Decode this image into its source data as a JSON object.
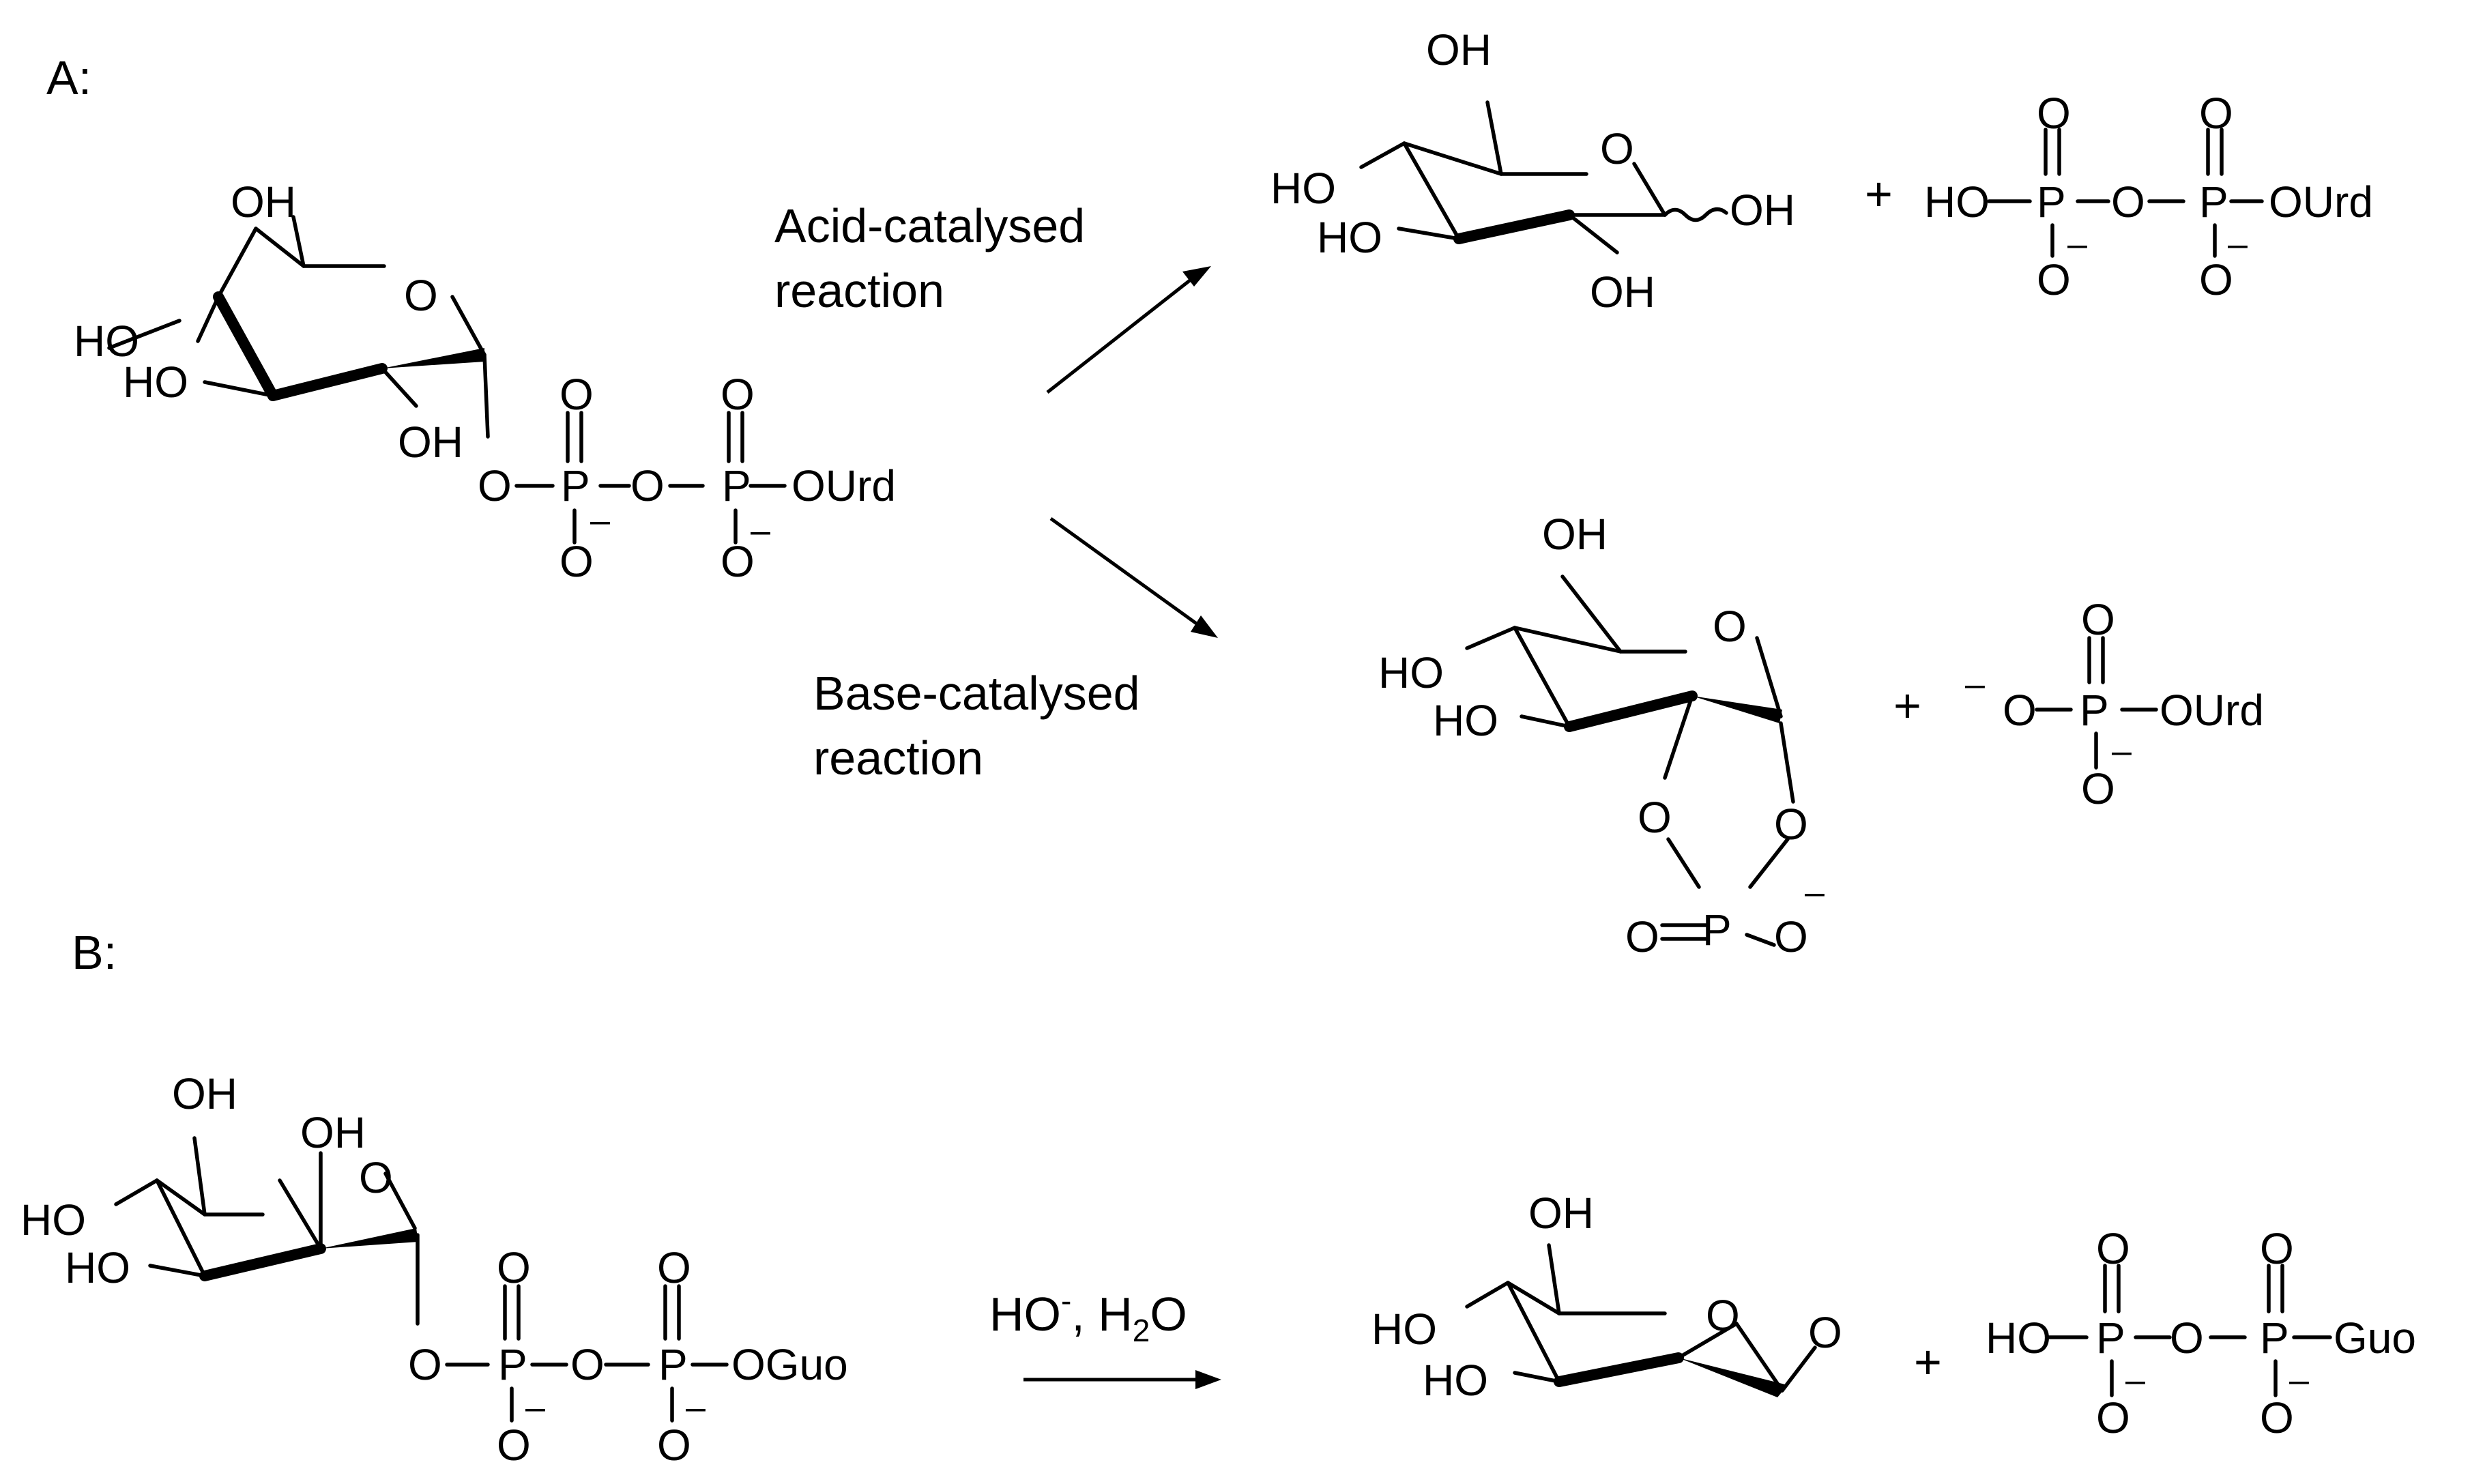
{
  "panels": {
    "a": {
      "label": "A:"
    },
    "b": {
      "label": "B:"
    }
  },
  "conditions": {
    "acid_1": "Acid-catalysed",
    "acid_2": "reaction",
    "base_1": "Base-catalysed",
    "base_2": "reaction",
    "hydroxide": "HO",
    "hydroxide_sup": "-",
    "water_prefix": ", H",
    "water_sub": "2",
    "water_suffix": "O"
  },
  "atoms": {
    "oh": "OH",
    "ho": "HO",
    "o": "O",
    "p": "P",
    "ourd": "OUrd",
    "oguo": "OGuo",
    "guo": "Guo",
    "minus": "–",
    "plus": "+"
  }
}
